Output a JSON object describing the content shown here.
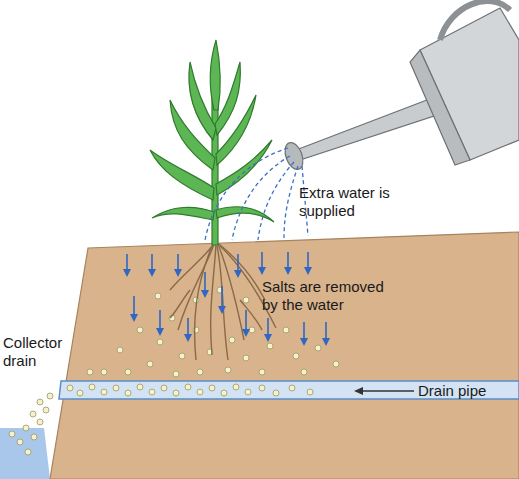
{
  "diagram": {
    "labels": [
      "Extra water is supplied",
      "Salts are removed by the water",
      "Collector drain",
      "Drain pipe"
    ]
  }
}
